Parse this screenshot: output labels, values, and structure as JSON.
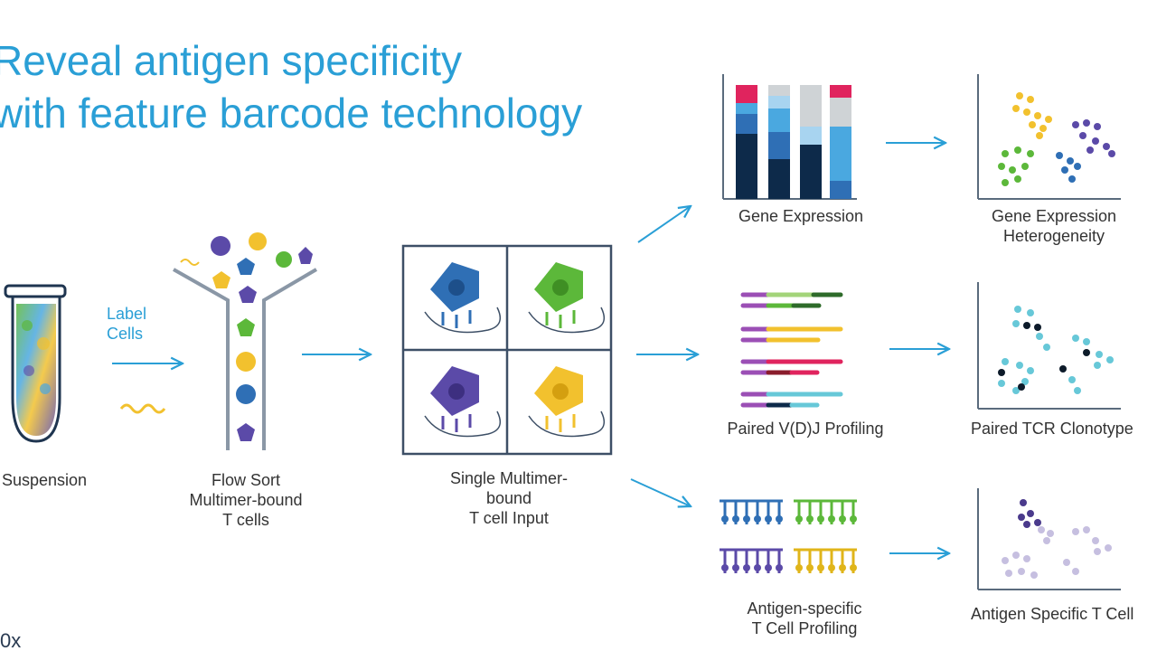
{
  "title": {
    "line1": "Reveal antigen specificity",
    "line2": "with feature barcode technology"
  },
  "steps": {
    "suspension": "Suspension",
    "label_cells_1": "Label",
    "label_cells_2": "Cells",
    "flow_sort_1": "Flow Sort",
    "flow_sort_2": "Multimer-bound",
    "flow_sort_3": "T cells",
    "single_input_1": "Single Multimer-",
    "single_input_2": "bound",
    "single_input_3": "T cell Input"
  },
  "outputs": {
    "gene_expression": "Gene Expression",
    "gene_het_1": "Gene Expression",
    "gene_het_2": "Heterogeneity",
    "vdj": "Paired V(D)J Profiling",
    "tcr": "Paired TCR Clonotype",
    "antigen_1": "Antigen-specific",
    "antigen_2": "T Cell Profiling",
    "antigen_specific": "Antigen Specific T Cell"
  },
  "logo": {
    "text": "0x"
  },
  "colors": {
    "accent": "#2a9fd6",
    "navy": "#0d2a4a",
    "mid_blue": "#2f6fb5",
    "light_blue": "#4aa8e0",
    "pale_blue": "#a8d4f0",
    "pink": "#e0245e",
    "grey": "#cfd3d6",
    "yellow": "#f2c12e",
    "green": "#5cb83a",
    "purple": "#5b4aa8",
    "teal": "#67c8d8"
  }
}
